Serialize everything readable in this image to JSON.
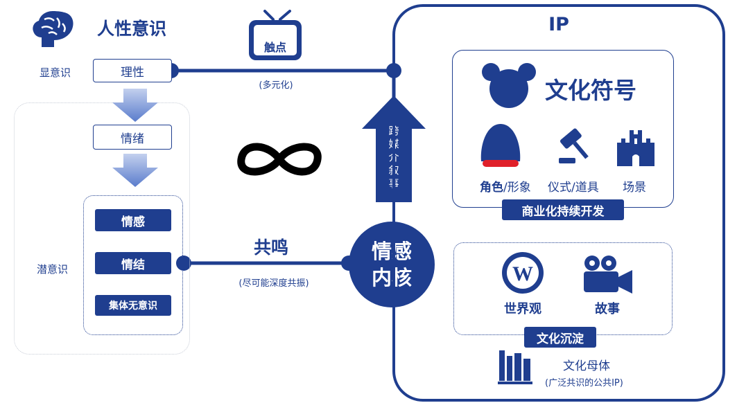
{
  "title_left": "人性意识",
  "conscious_label": "显意识",
  "subconscious_label": "潜意识",
  "reason_box": "理性",
  "emotion_box": "情绪",
  "subconscious_items": [
    "情感",
    "情结",
    "集体无意识"
  ],
  "touchpoint": {
    "label": "触点",
    "caption": "(多元化)"
  },
  "resonance": {
    "label": "共鸣",
    "caption": "(尽可能深度共振)"
  },
  "infinity": "∞",
  "core": {
    "line1": "情感",
    "line2": "内核"
  },
  "arrow_text": [
    "跨",
    "媒",
    "介",
    "叙",
    "事"
  ],
  "ip": {
    "title": "IP",
    "symbol_title": "文化符号",
    "symbol_items": [
      {
        "bold": "角色",
        "rest": "/形象"
      },
      {
        "bold": "",
        "rest": "仪式/道具"
      },
      {
        "bold": "",
        "rest": "场景"
      }
    ],
    "commercial_tag": "商业化持续开发",
    "sediment_items": [
      "世界观",
      "故事"
    ],
    "sediment_tag": "文化沉淀",
    "matrix_title": "文化母体",
    "matrix_caption": "(广泛共识的公共IP)"
  },
  "colors": {
    "primary": "#1f3e8f",
    "accent_red": "#e0202a",
    "light_arrow": "#6f8fd6"
  }
}
